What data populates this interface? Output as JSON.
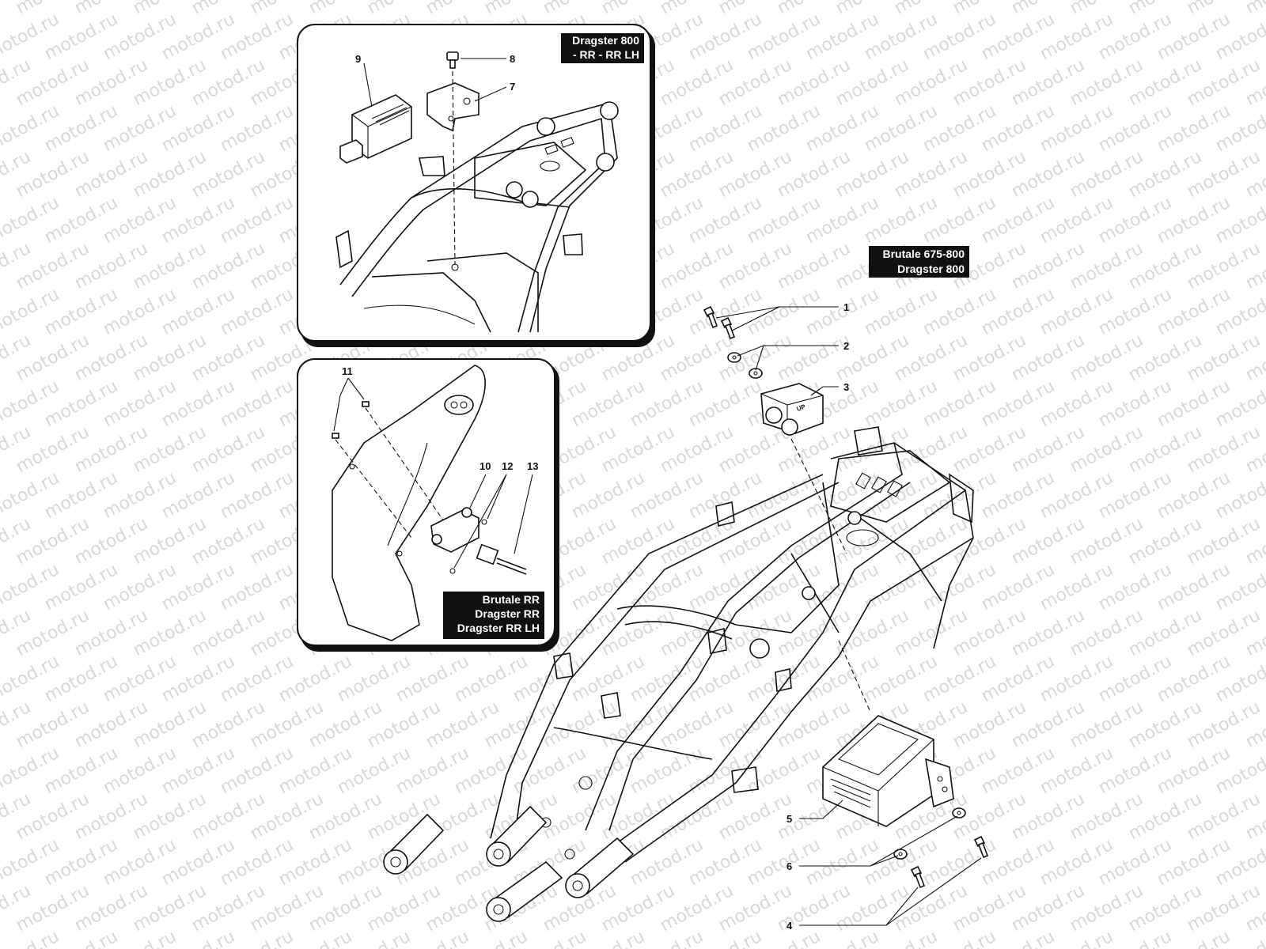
{
  "watermark": {
    "text": "motod.ru",
    "color": "#d8d8d8"
  },
  "tags": {
    "top_panel": [
      "Dragster 800",
      "- RR - RR LH"
    ],
    "main": [
      "Brutale 675-800",
      "Dragster 800"
    ],
    "bottom_panel": [
      "Brutale RR",
      "Dragster RR",
      "Dragster RR LH"
    ]
  },
  "callouts": {
    "c1": "1",
    "c2": "2",
    "c3": "3",
    "c4": "4",
    "c5": "5",
    "c6": "6",
    "c7": "7",
    "c8": "8",
    "c9": "9",
    "c10": "10",
    "c11": "11",
    "c12": "12",
    "c13": "13"
  },
  "parts_icons": {
    "screw": "screw-icon",
    "washer": "washer-icon",
    "sensor": "sensor-icon",
    "regulator": "voltage-regulator-icon",
    "bracket": "bracket-icon",
    "connector": "connector-icon"
  },
  "colors": {
    "ink": "#111111",
    "background": "#ffffff",
    "tag_background": "#111111",
    "tag_text": "#ffffff"
  }
}
